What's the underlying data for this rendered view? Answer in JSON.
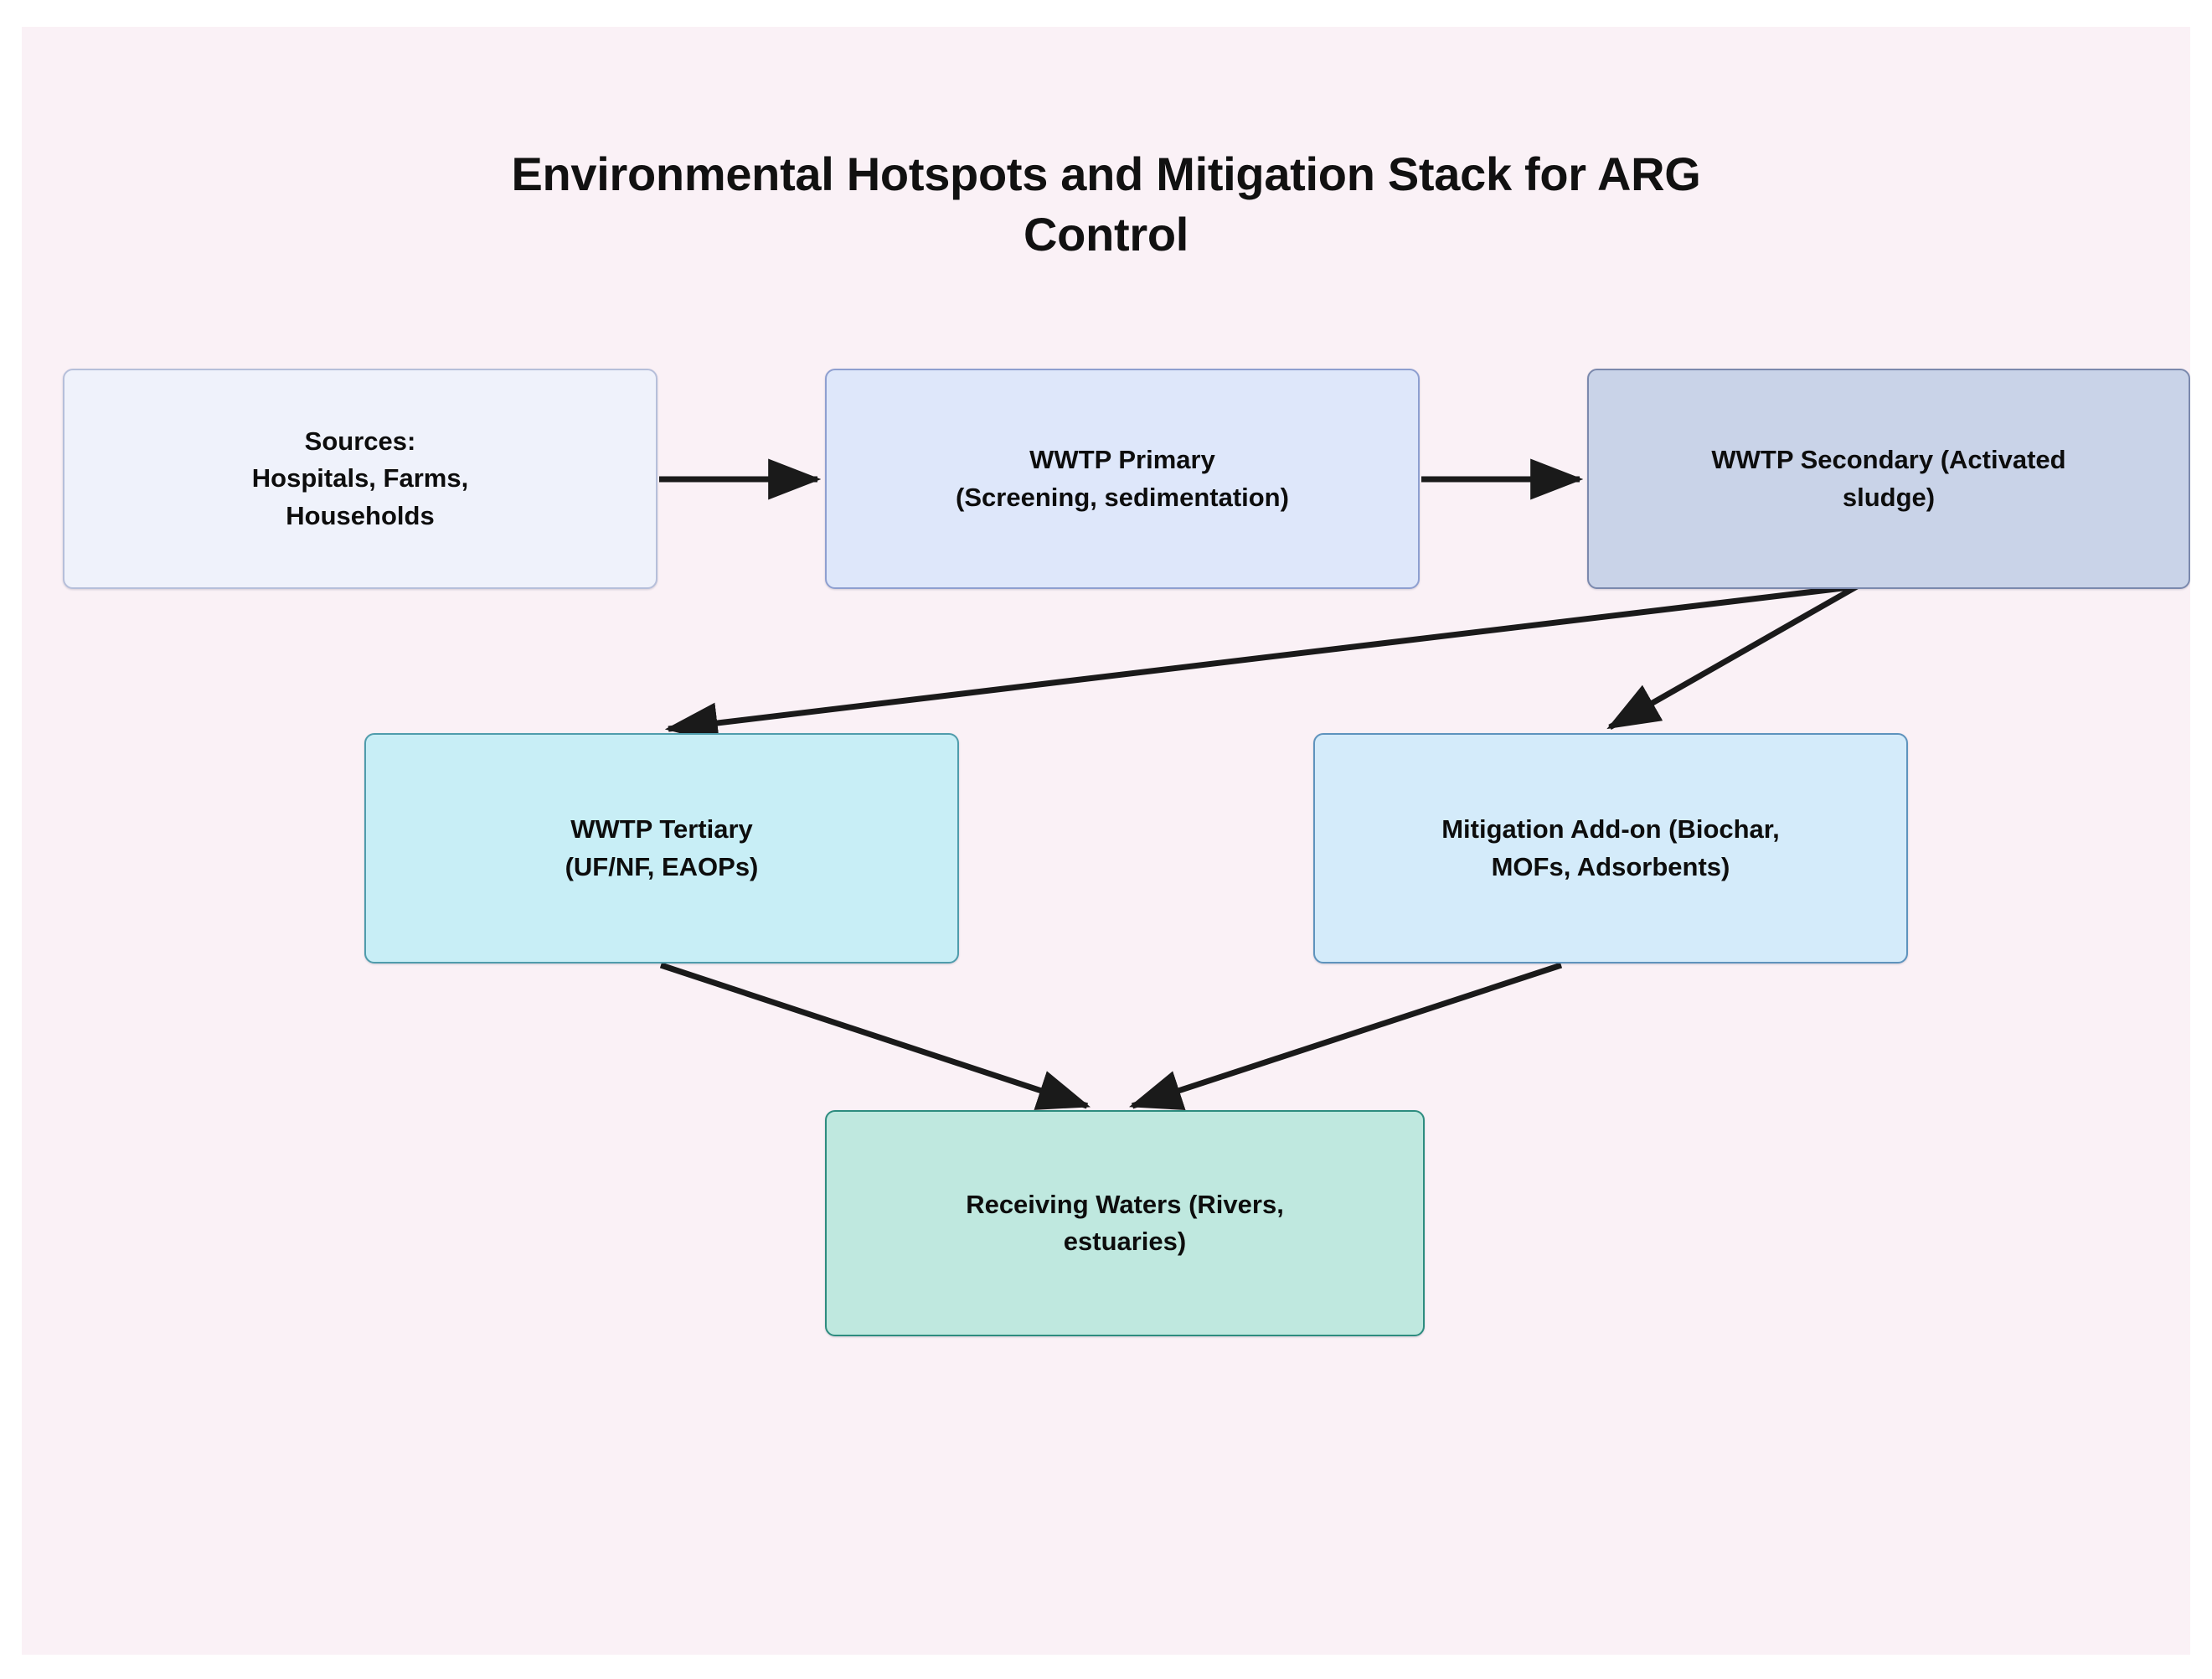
{
  "diagram": {
    "title": "Environmental Hotspots and Mitigation Stack for ARG\nControl",
    "background_color": "#faf1f6",
    "page_background_color": "#ffffff",
    "type": "flowchart",
    "nodes": [
      {
        "id": "sources",
        "label": "Sources:\nHospitals, Farms,\nHouseholds",
        "fill": "#eff2fb",
        "border": "#b6bfda"
      },
      {
        "id": "primary",
        "label": "WWTP Primary\n(Screening, sedimentation)",
        "fill": "#dee7fa",
        "border": "#8e9fd0"
      },
      {
        "id": "secondary",
        "label": "WWTP Secondary (Activated\nsludge)",
        "fill": "#c9d3e8",
        "border": "#7b89ad"
      },
      {
        "id": "tertiary",
        "label": "WWTP Tertiary\n(UF/NF, EAOPs)",
        "fill": "#c8eef6",
        "border": "#4f9cac"
      },
      {
        "id": "mitigation",
        "label": "Mitigation Add-on (Biochar,\nMOFs, Adsorbents)",
        "fill": "#d4ebfa",
        "border": "#5e93bd"
      },
      {
        "id": "receiving",
        "label": "Receiving Waters (Rivers,\nestuaries)",
        "fill": "#bfe8df",
        "border": "#2d8c7f"
      }
    ],
    "edges": [
      {
        "id": "sources-to-primary",
        "from": "sources",
        "to": "primary",
        "label": ""
      },
      {
        "id": "primary-to-secondary",
        "from": "primary",
        "to": "secondary",
        "label": ""
      },
      {
        "id": "secondary-to-tertiary",
        "from": "secondary",
        "to": "tertiary",
        "label": ""
      },
      {
        "id": "secondary-to-mitigation",
        "from": "secondary",
        "to": "mitigation",
        "label": ""
      },
      {
        "id": "tertiary-to-receiving",
        "from": "tertiary",
        "to": "receiving",
        "label": ""
      },
      {
        "id": "mitigation-to-receiving",
        "from": "mitigation",
        "to": "receiving",
        "label": ""
      }
    ],
    "edge_color": "#1a1a1a"
  }
}
